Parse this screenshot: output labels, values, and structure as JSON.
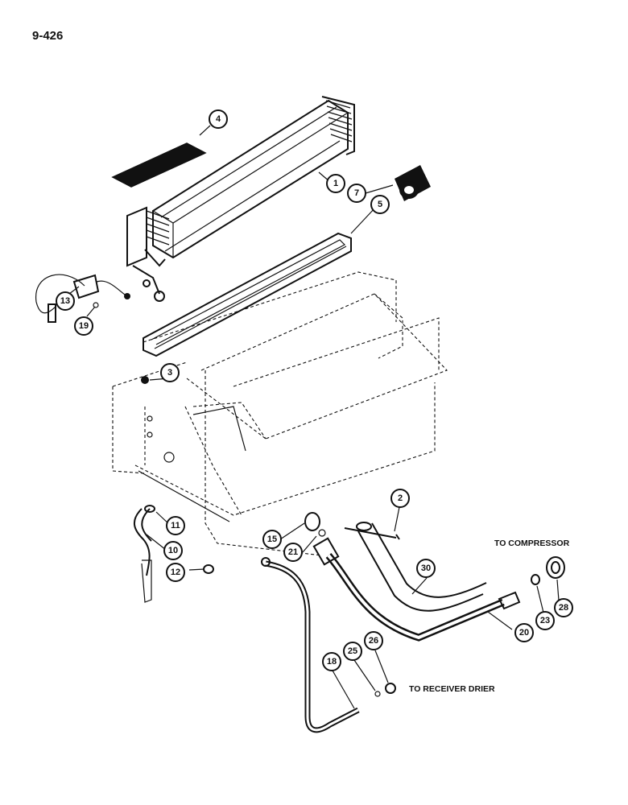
{
  "page_number": "9-426",
  "callouts": [
    {
      "label": "1"
    },
    {
      "label": "2"
    },
    {
      "label": "3"
    },
    {
      "label": "4"
    },
    {
      "label": "5"
    },
    {
      "label": "7"
    },
    {
      "label": "10"
    },
    {
      "label": "11"
    },
    {
      "label": "12"
    },
    {
      "label": "13"
    },
    {
      "label": "15"
    },
    {
      "label": "18"
    },
    {
      "label": "19"
    },
    {
      "label": "20"
    },
    {
      "label": "21"
    },
    {
      "label": "23"
    },
    {
      "label": "25"
    },
    {
      "label": "26"
    },
    {
      "label": "28"
    },
    {
      "label": "30"
    }
  ],
  "notes": {
    "to_compressor": "TO COMPRESSOR",
    "to_receiver_drier": "TO RECEIVER DRIER"
  }
}
